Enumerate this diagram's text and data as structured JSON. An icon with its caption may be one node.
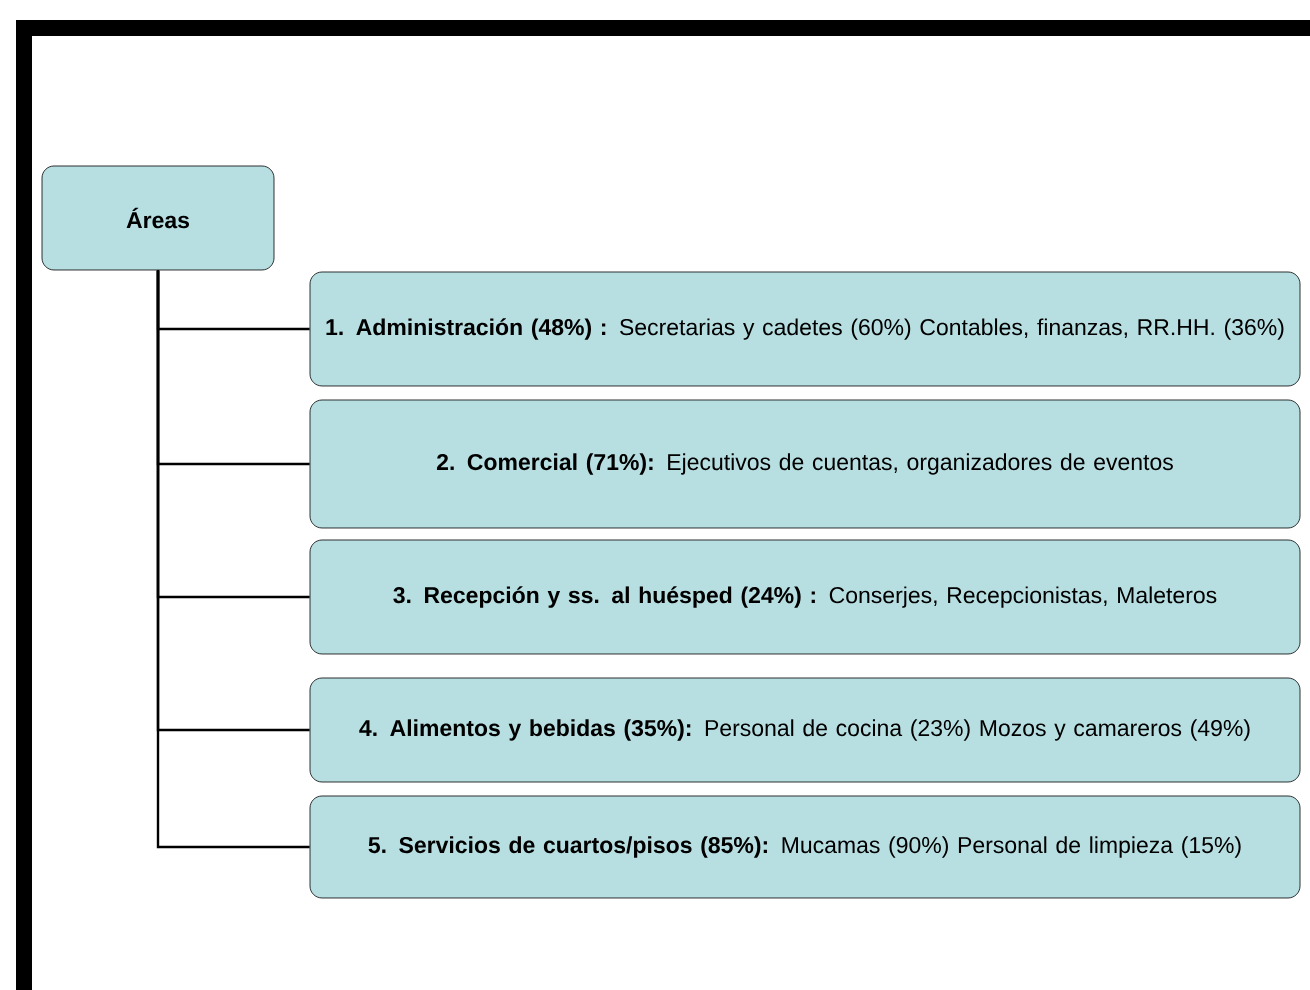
{
  "diagram": {
    "nodes": [
      {
        "text": [
          "**Áreas**"
        ]
      },
      {
        "text": [
          "**1.  Administración (48%) :** Secretarias y cadetes  (60%) Contables, finanzas, RR.HH.    (36%)"
        ]
      },
      {
        "text": [
          "**2. Comercial (71%):** Ejecutivos de cuentas, organizadores de eventos"
        ]
      },
      {
        "text": [
          "**3. Recepción y ss. al huésped (24%) :** Conserjes, Recepcionistas, Maleteros"
        ]
      },
      {
        "text": [
          "**4.  Alimentos y bebidas (35%):** Personal de cocina  (23%) Mozos y camareros (49%)"
        ]
      },
      {
        "text": [
          "**5. Servicios de cuartos/pisos (85%):**   Mucamas (90%) Personal de limpieza (15%)"
        ]
      }
    ],
    "edges": [
      {
        "from": 0,
        "to": 1,
        "arrow": "none"
      },
      {
        "from": 0,
        "to": 2,
        "arrow": "none"
      },
      {
        "from": 0,
        "to": 3,
        "arrow": "none"
      },
      {
        "from": 0,
        "to": 4,
        "arrow": "none"
      },
      {
        "from": 0,
        "to": 5,
        "arrow": "none"
      }
    ]
  }
}
